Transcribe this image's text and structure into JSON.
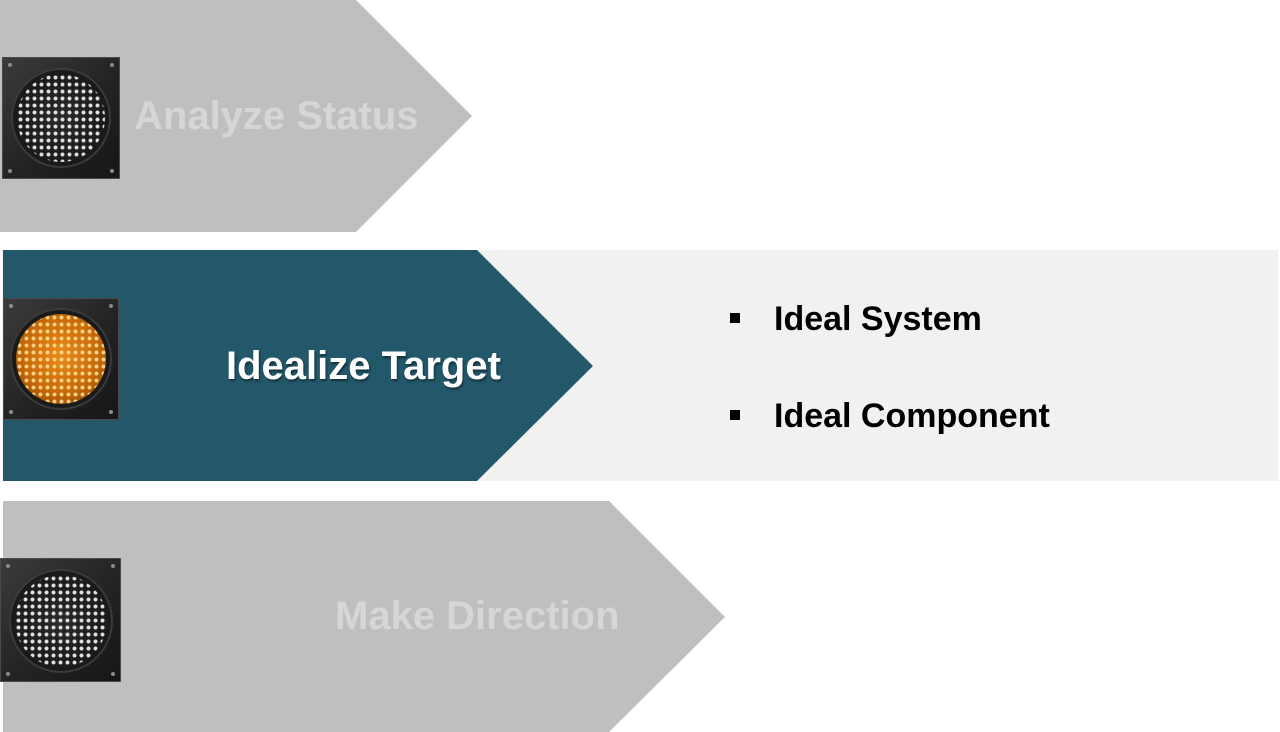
{
  "steps": [
    {
      "label": "Analyze Status",
      "state": "inactive",
      "light": "off"
    },
    {
      "label": "Idealize Target",
      "state": "active",
      "light": "amber"
    },
    {
      "label": "Make Direction",
      "state": "inactive",
      "light": "off"
    }
  ],
  "active_details": [
    "Ideal System",
    "Ideal Component"
  ],
  "colors": {
    "active_arrow": "#22586a",
    "inactive_arrow": "#bfbfbf",
    "inactive_text": "#d6d6d6",
    "active_text": "#ffffff",
    "detail_panel": "#f1f1f1",
    "amber_light": "#e88a1a"
  }
}
